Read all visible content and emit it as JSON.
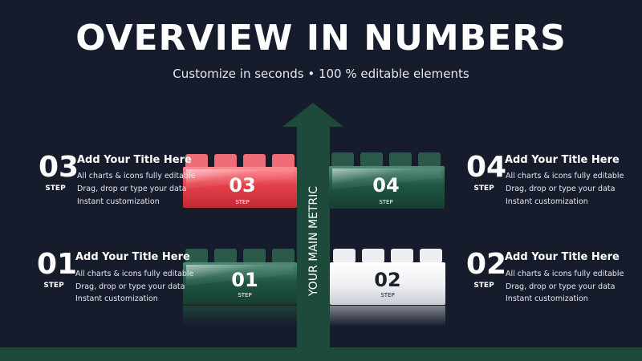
{
  "header": {
    "title": "OVERVIEW IN NUMBERS",
    "subtitle": "Customize in seconds • 100 % editable elements"
  },
  "axis": {
    "label": "YOUR MAIN METRIC"
  },
  "colors": {
    "background": "#161c2b",
    "green": "#1e4a3c",
    "red": "#e3444f",
    "white": "#f2f3f5"
  },
  "steps": {
    "s03": {
      "number": "03",
      "step": "STEP",
      "title": "Add Your Title Here",
      "lines": [
        "All charts & icons fully editable",
        "Drag, drop or type your data",
        "Instant customization"
      ],
      "brick_number": "03",
      "brick_step": "STEP"
    },
    "s04": {
      "number": "04",
      "step": "STEP",
      "title": "Add Your Title Here",
      "lines": [
        "All charts & icons fully editable",
        "Drag, drop or type your data",
        "Instant customization"
      ],
      "brick_number": "04",
      "brick_step": "STEP"
    },
    "s01": {
      "number": "01",
      "step": "STEP",
      "title": "Add Your Title Here",
      "lines": [
        "All charts & icons fully editable",
        "Drag, drop or type your data",
        "Instant customization"
      ],
      "brick_number": "01",
      "brick_step": "STEP"
    },
    "s02": {
      "number": "02",
      "step": "STEP",
      "title": "Add Your Title Here",
      "lines": [
        "All charts & icons fully editable",
        "Drag, drop or type your data",
        "Instant customization"
      ],
      "brick_number": "02",
      "brick_step": "STEP"
    }
  }
}
